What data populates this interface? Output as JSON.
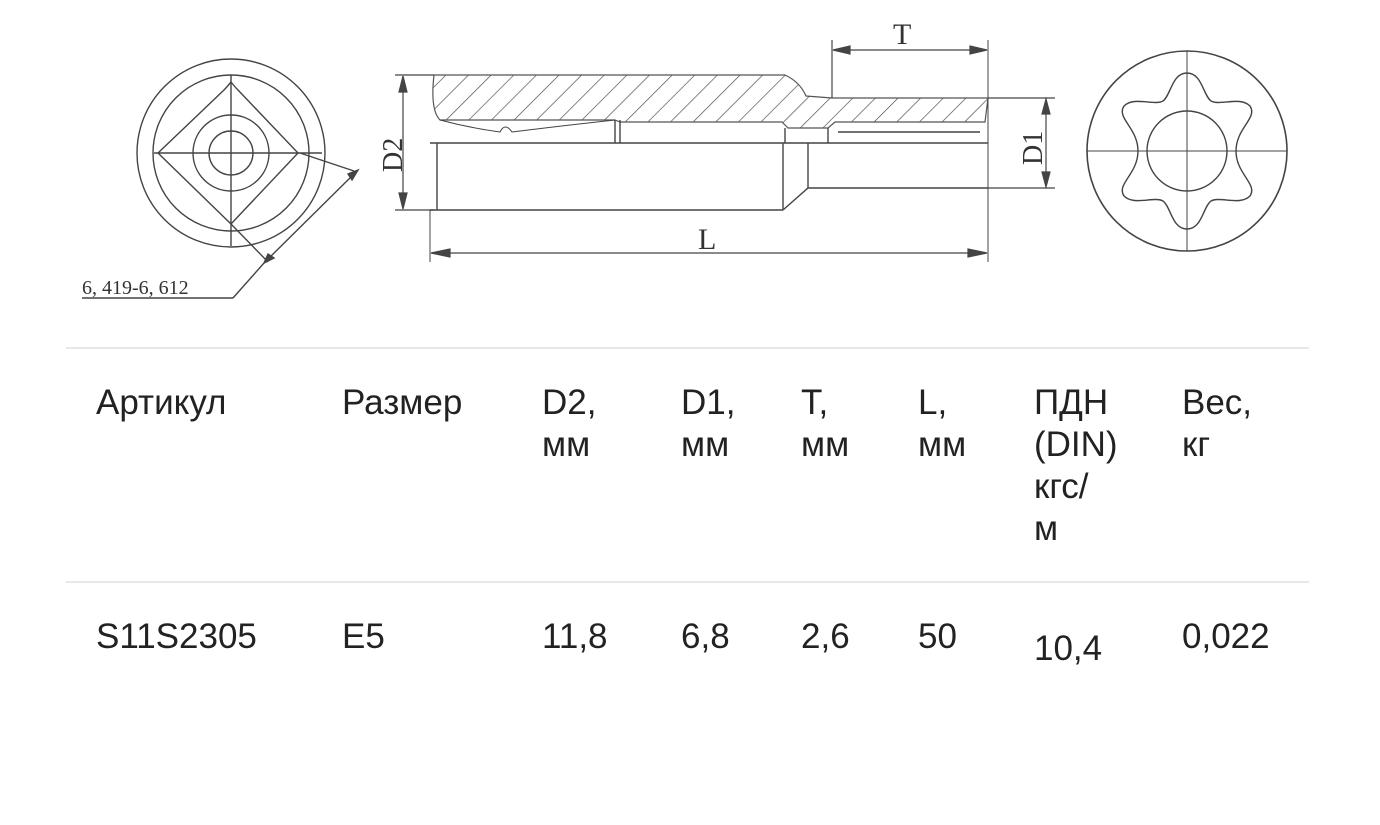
{
  "drawing": {
    "left_view": {
      "dimension_label": "6, 419-6, 612"
    },
    "side_view": {
      "labels": {
        "d2": "D2",
        "d1": "D1",
        "t": "T",
        "l": "L"
      }
    },
    "right_view": {
      "profile": "torx-6-lobe"
    }
  },
  "table": {
    "columns": [
      {
        "lines": [
          "Артикул"
        ]
      },
      {
        "lines": [
          "Размер"
        ]
      },
      {
        "lines": [
          "D2,",
          "мм"
        ]
      },
      {
        "lines": [
          "D1,",
          "мм"
        ]
      },
      {
        "lines": [
          "T,",
          "мм"
        ]
      },
      {
        "lines": [
          "L,",
          "мм"
        ]
      },
      {
        "lines": [
          "ПДН",
          "(DIN)",
          "кгс/",
          "м"
        ]
      },
      {
        "lines": [
          "Вес,",
          "кг"
        ]
      }
    ],
    "rows": [
      {
        "cells": [
          "S11S2305",
          "E5",
          "11,8",
          "6,8",
          "2,6",
          "50",
          "10,4",
          "0,022"
        ]
      }
    ]
  },
  "colors": {
    "text": "#222222",
    "divider": "#e6e8eb",
    "drawing_line": "#333333"
  }
}
